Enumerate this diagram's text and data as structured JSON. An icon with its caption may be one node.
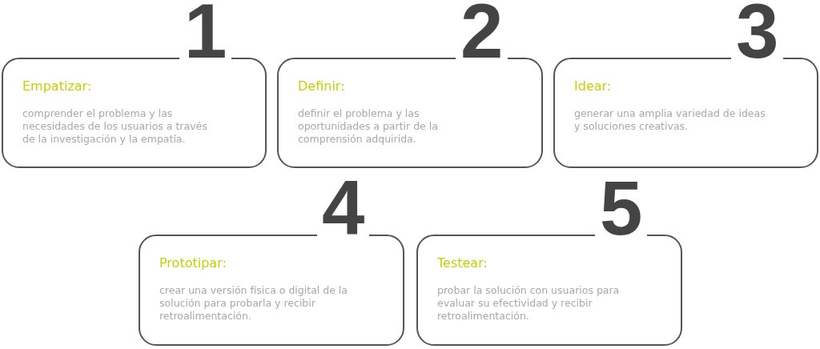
{
  "diagram": {
    "nodes": [
      {
        "text": [
          "Empatizar:",
          "comprender el problema y las necesidades de los usuarios a través de la investigación y la empatía."
        ],
        "beside": [
          "1"
        ]
      },
      {
        "text": [
          "Definir:",
          "definir el problema y las oportunidades a partir de la comprensión adquirida."
        ],
        "beside": [
          "2"
        ]
      },
      {
        "text": [
          "Idear:",
          "generar una amplia variedad de ideas y soluciones creativas."
        ],
        "beside": [
          "3"
        ]
      },
      {
        "text": [
          "Prototipar:",
          "crear una versión física o digital de la solución para probarla y recibir retroalimentación."
        ],
        "beside": [
          "4"
        ]
      },
      {
        "text": [
          "Testear:",
          "probar la solución con usuarios para evaluar su efectividad y recibir retroalimentación."
        ],
        "beside": [
          "5"
        ]
      }
    ]
  }
}
